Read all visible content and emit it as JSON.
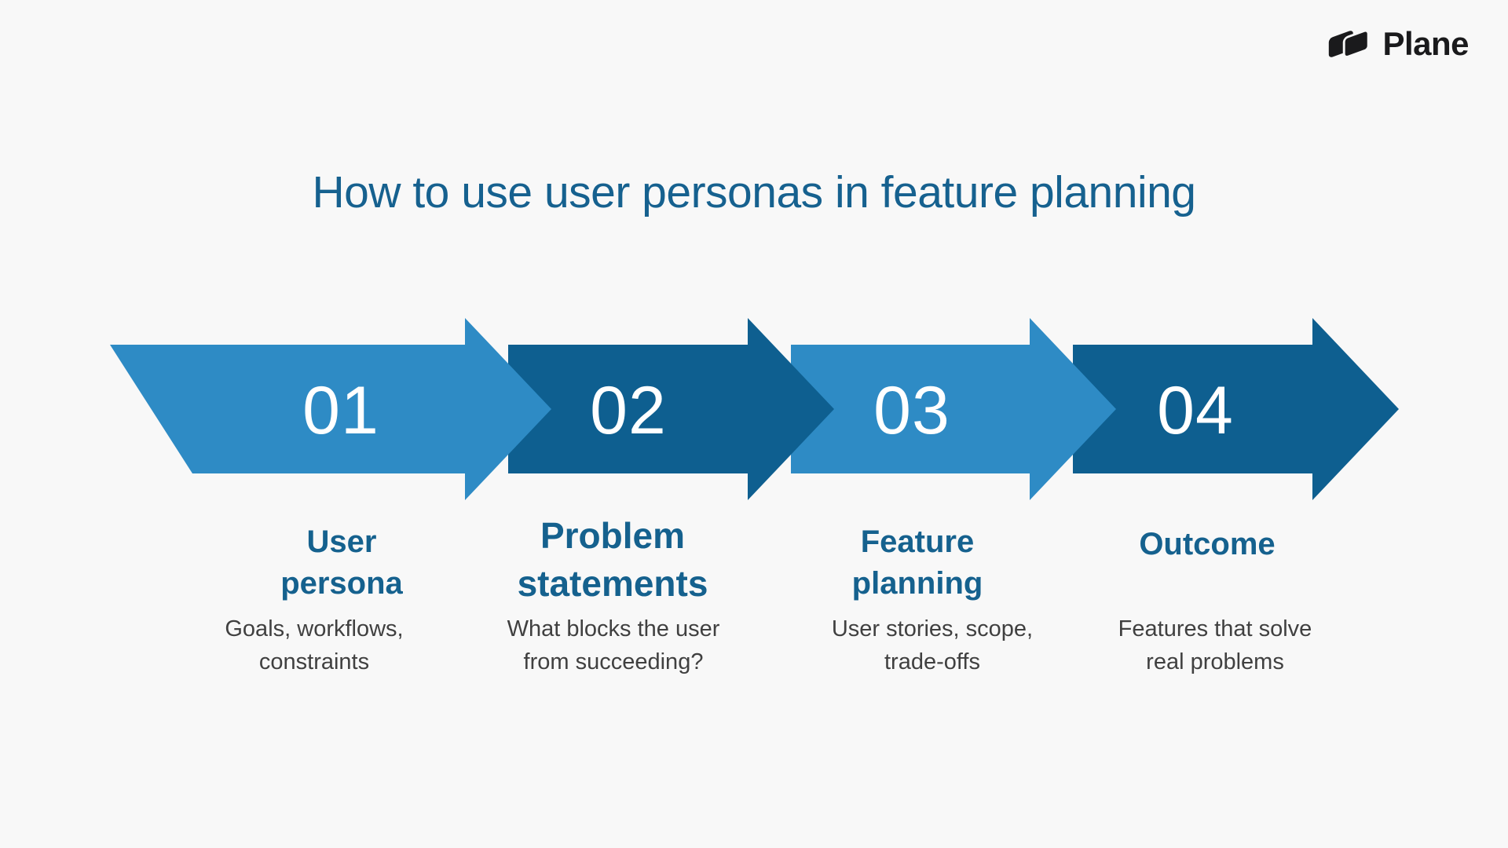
{
  "logo": {
    "icon": "plane-logo-mark",
    "brand": "Plane"
  },
  "title": "How to use user personas in feature planning",
  "steps": [
    {
      "number": "01",
      "heading": "User\npersona",
      "description": "Goals, workflows,\nconstraints"
    },
    {
      "number": "02",
      "heading": "Problem\nstatements",
      "description": "What blocks the user\nfrom succeeding?"
    },
    {
      "number": "03",
      "heading": "Feature\nplanning",
      "description": "User stories, scope,\ntrade-offs"
    },
    {
      "number": "04",
      "heading": "Outcome",
      "description": "Features that solve\nreal problems"
    }
  ],
  "colors": {
    "background": "#F8F8F8",
    "arrow_light": "#2E8BC5",
    "arrow_dark": "#0E5F90",
    "title_text": "#16618F",
    "heading_text": "#15618E",
    "description_text": "#404040",
    "number_text": "#FFFFFF",
    "logo_text": "#1A1A1C"
  }
}
